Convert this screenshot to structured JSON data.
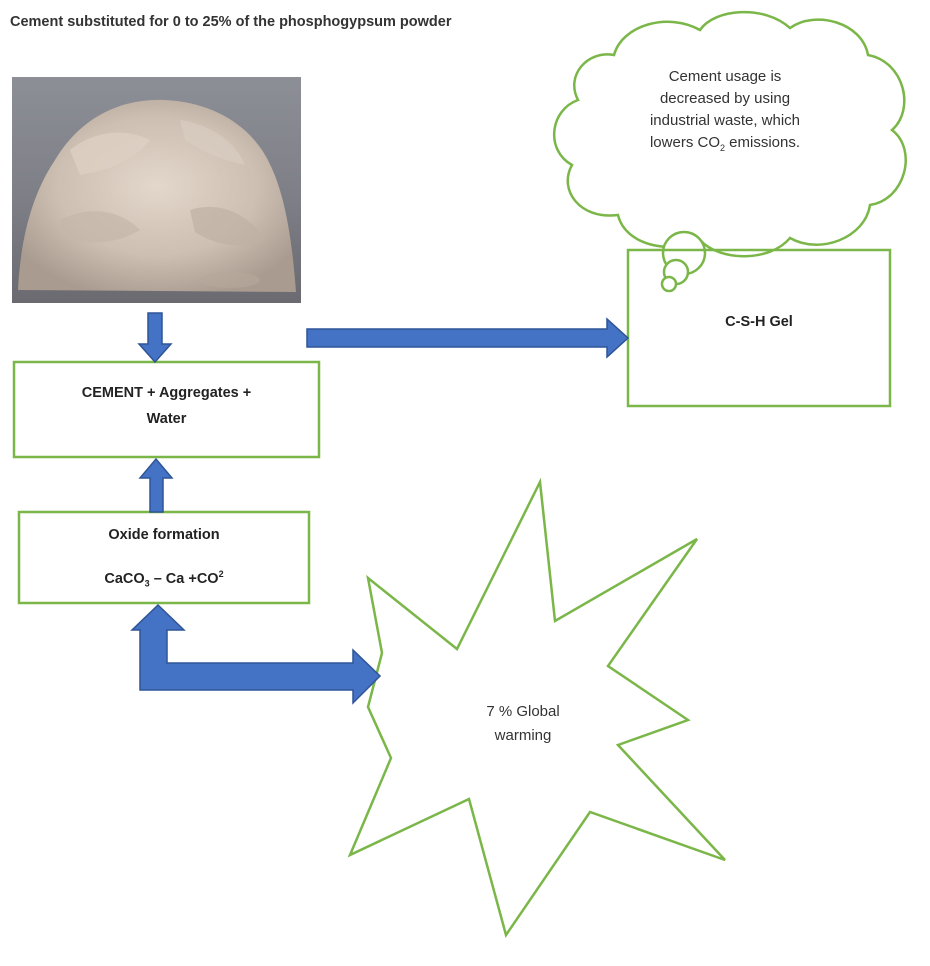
{
  "title": "Cement substituted for 0 to 25% of the phosphogypsum powder",
  "cloud": {
    "line1": "Cement usage is",
    "line2": "decreased by using",
    "line3": "industrial waste, which",
    "line4_pre": "lowers CO",
    "line4_sub": "2",
    "line4_post": " emissions."
  },
  "csh_box": {
    "label": "C-S-H Gel"
  },
  "cement_box": {
    "line1": "CEMENT + Aggregates +",
    "line2": "Water"
  },
  "oxide_box": {
    "title": "Oxide formation",
    "eq_a": "CaCO",
    "eq_a_sub": "3",
    "eq_b": " – Ca +CO",
    "eq_b_sup": "2"
  },
  "star": {
    "line1": "7 % Global",
    "line2": "warming"
  },
  "colors": {
    "outline_green": "#7ab648",
    "arrow_blue": "#4472c4",
    "arrow_outline": "#2f5597"
  }
}
